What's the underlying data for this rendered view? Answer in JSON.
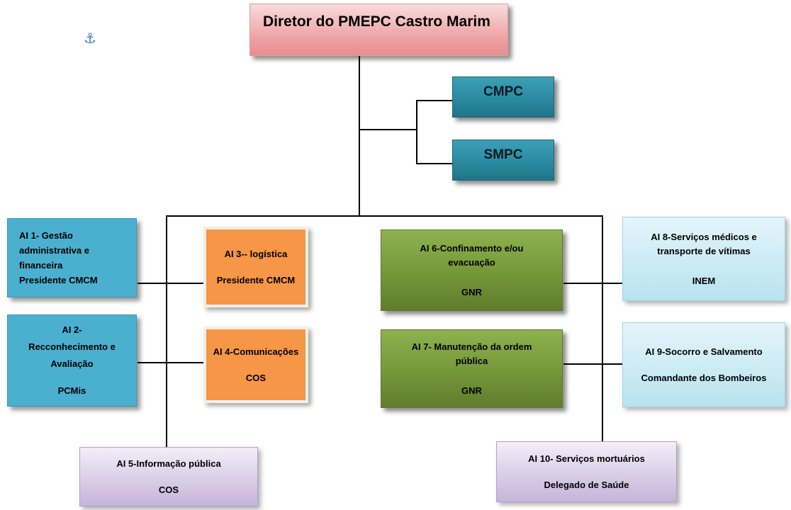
{
  "director": {
    "label": "Diretor do PMEPC Castro Marim"
  },
  "support": [
    {
      "label": "CMPC"
    },
    {
      "label": "SMPC"
    }
  ],
  "ai1": {
    "lines": [
      "AI 1- Gestão",
      "administrativa e",
      "financeira",
      "Presidente  CMCM"
    ]
  },
  "ai2": {
    "lines": [
      "AI 2-",
      "Recconhecimento e",
      "Avaliação"
    ],
    "resp": "PCMis"
  },
  "ai3": {
    "title": "AI 3-- logística",
    "resp": "Presidente CMCM"
  },
  "ai4": {
    "title": "AI 4-Comunicações",
    "resp": "COS"
  },
  "ai5": {
    "title": "AI 5-Informação pública",
    "resp": "COS"
  },
  "ai6": {
    "lines": [
      "AI 6-Confinamento e/ou",
      "evacuação"
    ],
    "resp": "GNR"
  },
  "ai7": {
    "lines": [
      "AI 7- Manutenção da ordem",
      "pública"
    ],
    "resp": "GNR"
  },
  "ai8": {
    "lines": [
      "AI 8-Serviços médicos e",
      "transporte de vítimas"
    ],
    "resp": "INEM"
  },
  "ai9": {
    "title": "AI 9-Socorro e Salvamento",
    "resp": "Comandante dos Bombeiros"
  },
  "ai10": {
    "title": "AI 10- Serviços mortuários",
    "resp": "Delegado de Saúde"
  },
  "icons": {
    "anchor": "anchor-icon"
  },
  "colors": {
    "director": "#ee9fa0",
    "support": "#2a889e",
    "ai_left": "#4bb0cf",
    "ai_orange": "#f79646",
    "ai_green": "#76963a",
    "ai_right": "#b7e3ef",
    "ai_bottom": "#c6b4da"
  }
}
